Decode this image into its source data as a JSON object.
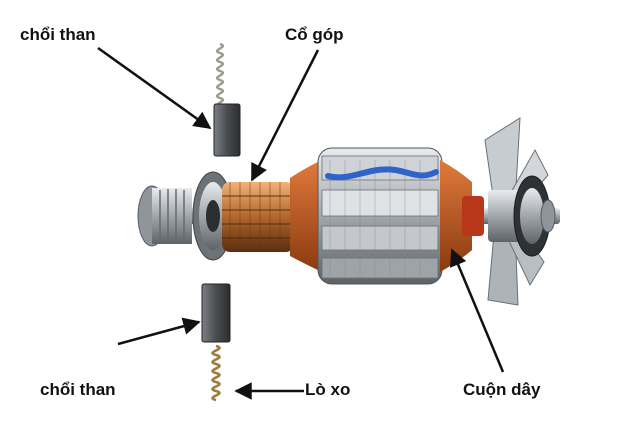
{
  "labels": {
    "brush_top": "chổi than",
    "commutator": "Cổ góp",
    "brush_bottom": "chổi than",
    "spring": "Lò xo",
    "winding": "Cuộn dây"
  },
  "colors": {
    "copper": "#b0672c",
    "steel": "#a8adb2",
    "carbon": "#4a4d50",
    "winding_wire": "#c65a1f",
    "insulation_blue": "#2e63c9",
    "arrow": "#111111"
  }
}
